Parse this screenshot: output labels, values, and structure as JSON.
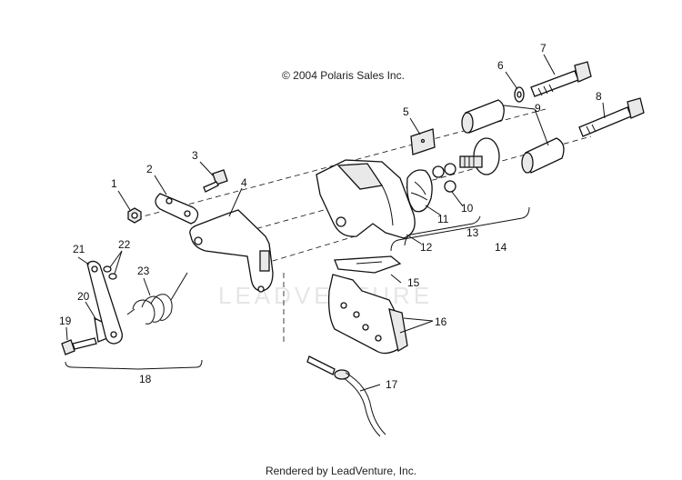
{
  "copyright": "© 2004 Polaris Sales Inc.",
  "footer": "Rendered by LeadVenture, Inc.",
  "watermark": "LEADVENTURE",
  "callouts": [
    "1",
    "2",
    "3",
    "4",
    "5",
    "6",
    "7",
    "8",
    "9",
    "10",
    "11",
    "12",
    "13",
    "14",
    "15",
    "16",
    "17",
    "18",
    "19",
    "20",
    "21",
    "22",
    "23"
  ]
}
